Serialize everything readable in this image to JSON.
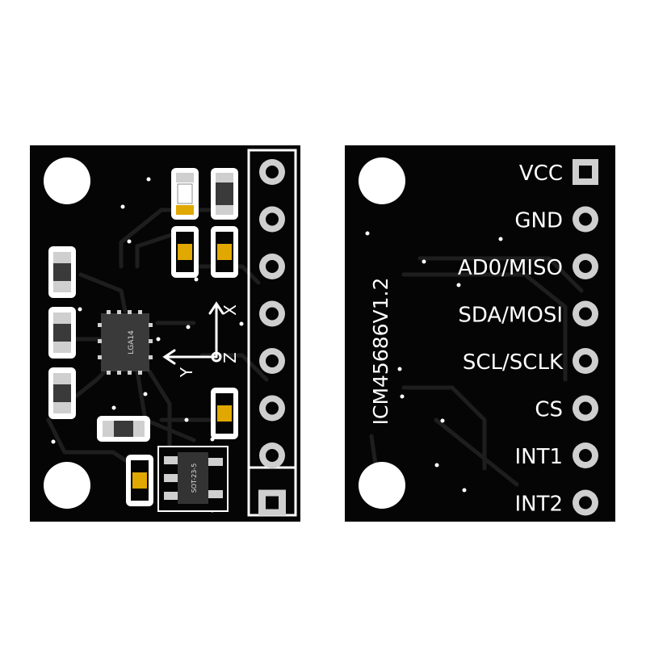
{
  "background_color": "#ffffff",
  "board_color": "#050505",
  "trace_color": "#1e1e1e",
  "silkscreen_color": "#ffffff",
  "pad_silver": "#cfcfcf",
  "pad_gold": "#e0a800",
  "front_board": {
    "chip_marking": "LGA14",
    "regulator_marking": "SOT-23-5",
    "axis_labels": {
      "x": "X",
      "y": "Y",
      "z": "Z"
    },
    "header_pin_count": 8
  },
  "back_board": {
    "board_name": "ICM45686V1.2",
    "pins": [
      {
        "label": "VCC",
        "shape": "square"
      },
      {
        "label": "GND",
        "shape": "round"
      },
      {
        "label": "AD0/MISO",
        "shape": "round"
      },
      {
        "label": "SDA/MOSI",
        "shape": "round"
      },
      {
        "label": "SCL/SCLK",
        "shape": "round"
      },
      {
        "label": "CS",
        "shape": "round"
      },
      {
        "label": "INT1",
        "shape": "round"
      },
      {
        "label": "INT2",
        "shape": "round"
      }
    ]
  }
}
